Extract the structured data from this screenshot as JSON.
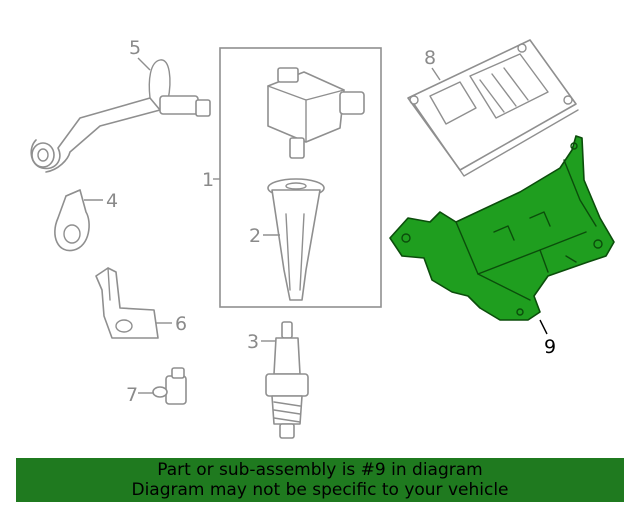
{
  "diagram": {
    "callouts": [
      "1",
      "2",
      "3",
      "4",
      "5",
      "6",
      "7",
      "8",
      "9"
    ],
    "highlighted_callout": "9"
  },
  "banner": {
    "line1": "Part or sub-assembly is #9 in diagram",
    "line2": "Diagram may not be specific to your vehicle"
  },
  "colors": {
    "highlight_part": "#1f9e1f",
    "banner_background": "#1f7a1f",
    "line_art": "#8f8f8f"
  }
}
